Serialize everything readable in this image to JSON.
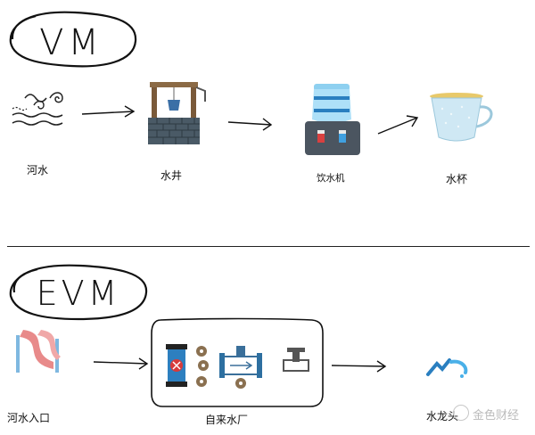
{
  "vm": {
    "title": "VM",
    "stages": [
      {
        "label": "河水",
        "icon": "river-waves-icon"
      },
      {
        "label": "水井",
        "icon": "water-well-icon"
      },
      {
        "label": "饮水机",
        "icon": "water-dispenser-icon"
      },
      {
        "label": "水杯",
        "icon": "water-cup-icon"
      }
    ]
  },
  "evm": {
    "title": "EVM",
    "stages": [
      {
        "label": "河水入口",
        "icon": "water-slide-icon"
      },
      {
        "label": "自来水厂",
        "icon": "water-plant-icon"
      },
      {
        "label": "水龙头",
        "icon": "faucet-splash-icon"
      }
    ]
  },
  "watermark": {
    "text": "金色财经"
  },
  "colors": {
    "ink": "#111111",
    "cup_blue": "#bfe0f0",
    "dispenser_blue": "#3aa0d8",
    "brick": "#4a5a66",
    "slide_pink": "#e88a8a",
    "valve_red": "#d83a3a"
  }
}
